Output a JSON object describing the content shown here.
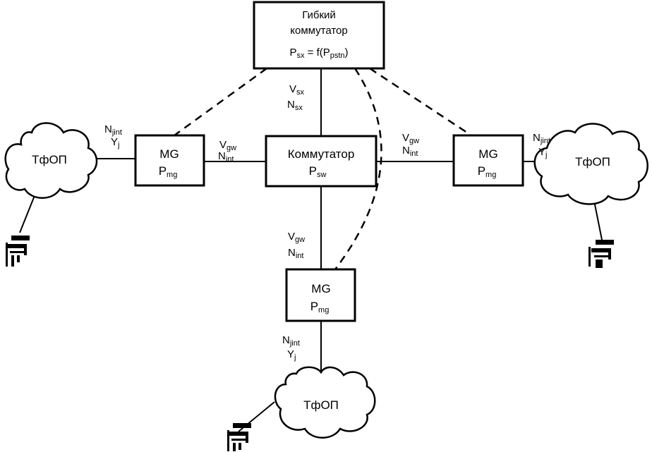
{
  "softswitch": {
    "line1": "Гибкий",
    "line2": "коммутатор",
    "formula_P": "P",
    "formula_P_sub": "sx",
    "formula_eq": " = f(",
    "formula_inner_P": "P",
    "formula_inner_sub": "pstn",
    "formula_close": ")"
  },
  "switch": {
    "label": "Коммутатор",
    "param": "P",
    "param_sub": "sw"
  },
  "media_gateways": [
    {
      "id": "left",
      "label": "MG",
      "param": "P",
      "param_sub": "mg"
    },
    {
      "id": "right",
      "label": "MG",
      "param": "P",
      "param_sub": "mg"
    },
    {
      "id": "bottom",
      "label": "MG",
      "param": "P",
      "param_sub": "mg"
    }
  ],
  "pstn_clouds": [
    {
      "id": "left",
      "label": "ТфОП"
    },
    {
      "id": "right",
      "label": "ТфОП"
    },
    {
      "id": "bottom",
      "label": "ТфОП"
    }
  ],
  "link_labels": {
    "softswitch_switch": {
      "v": "V",
      "v_sub": "sx",
      "n": "N",
      "n_sub": "sx"
    },
    "switch_mg_left": {
      "v": "V",
      "v_sub": "gw",
      "n": "N",
      "n_sub": "int"
    },
    "switch_mg_right": {
      "v": "V",
      "v_sub": "gw",
      "n": "N",
      "n_sub": "int"
    },
    "switch_mg_bottom": {
      "v": "V",
      "v_sub": "gw",
      "n": "N",
      "n_sub": "int"
    },
    "mg_pstn_left": {
      "n": "N",
      "n_sub": "jint",
      "y": "Y",
      "y_sub": "j"
    },
    "mg_pstn_right": {
      "n": "N",
      "n_sub": "jint",
      "y": "Y",
      "y_sub": "j"
    },
    "mg_pstn_bottom": {
      "n": "N",
      "n_sub": "jint",
      "y": "Y",
      "y_sub": "j"
    }
  },
  "icons": {
    "terminal": "telephone-icon"
  }
}
